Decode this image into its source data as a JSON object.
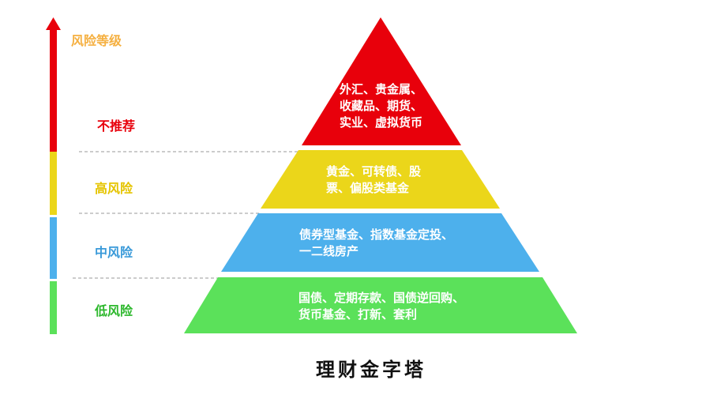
{
  "axis": {
    "title": "风险等级",
    "title_color": "#F5B041",
    "arrow_icon": "arrow-up-icon"
  },
  "levels": [
    {
      "label": "不推荐",
      "label_color": "#E8000B",
      "color": "#E8000B",
      "lines": [
        "外汇、贵金属、",
        "收藏品、期货、",
        "实业、虚拟货币"
      ]
    },
    {
      "label": "高风险",
      "label_color": "#E5C400",
      "color": "#EBD61A",
      "lines": [
        "黄金、可转债、股",
        "票、偏股类基金"
      ]
    },
    {
      "label": "中风险",
      "label_color": "#3A9AD9",
      "color": "#4DB0EC",
      "lines": [
        "债券型基金、指数基金定投、",
        "一二线房产"
      ]
    },
    {
      "label": "低风险",
      "label_color": "#2DB82D",
      "color": "#5BE15A",
      "lines": [
        "国债、定期存款、国债逆回购、",
        "货币基金、打新、套利"
      ]
    }
  ],
  "title": "理财金字塔"
}
